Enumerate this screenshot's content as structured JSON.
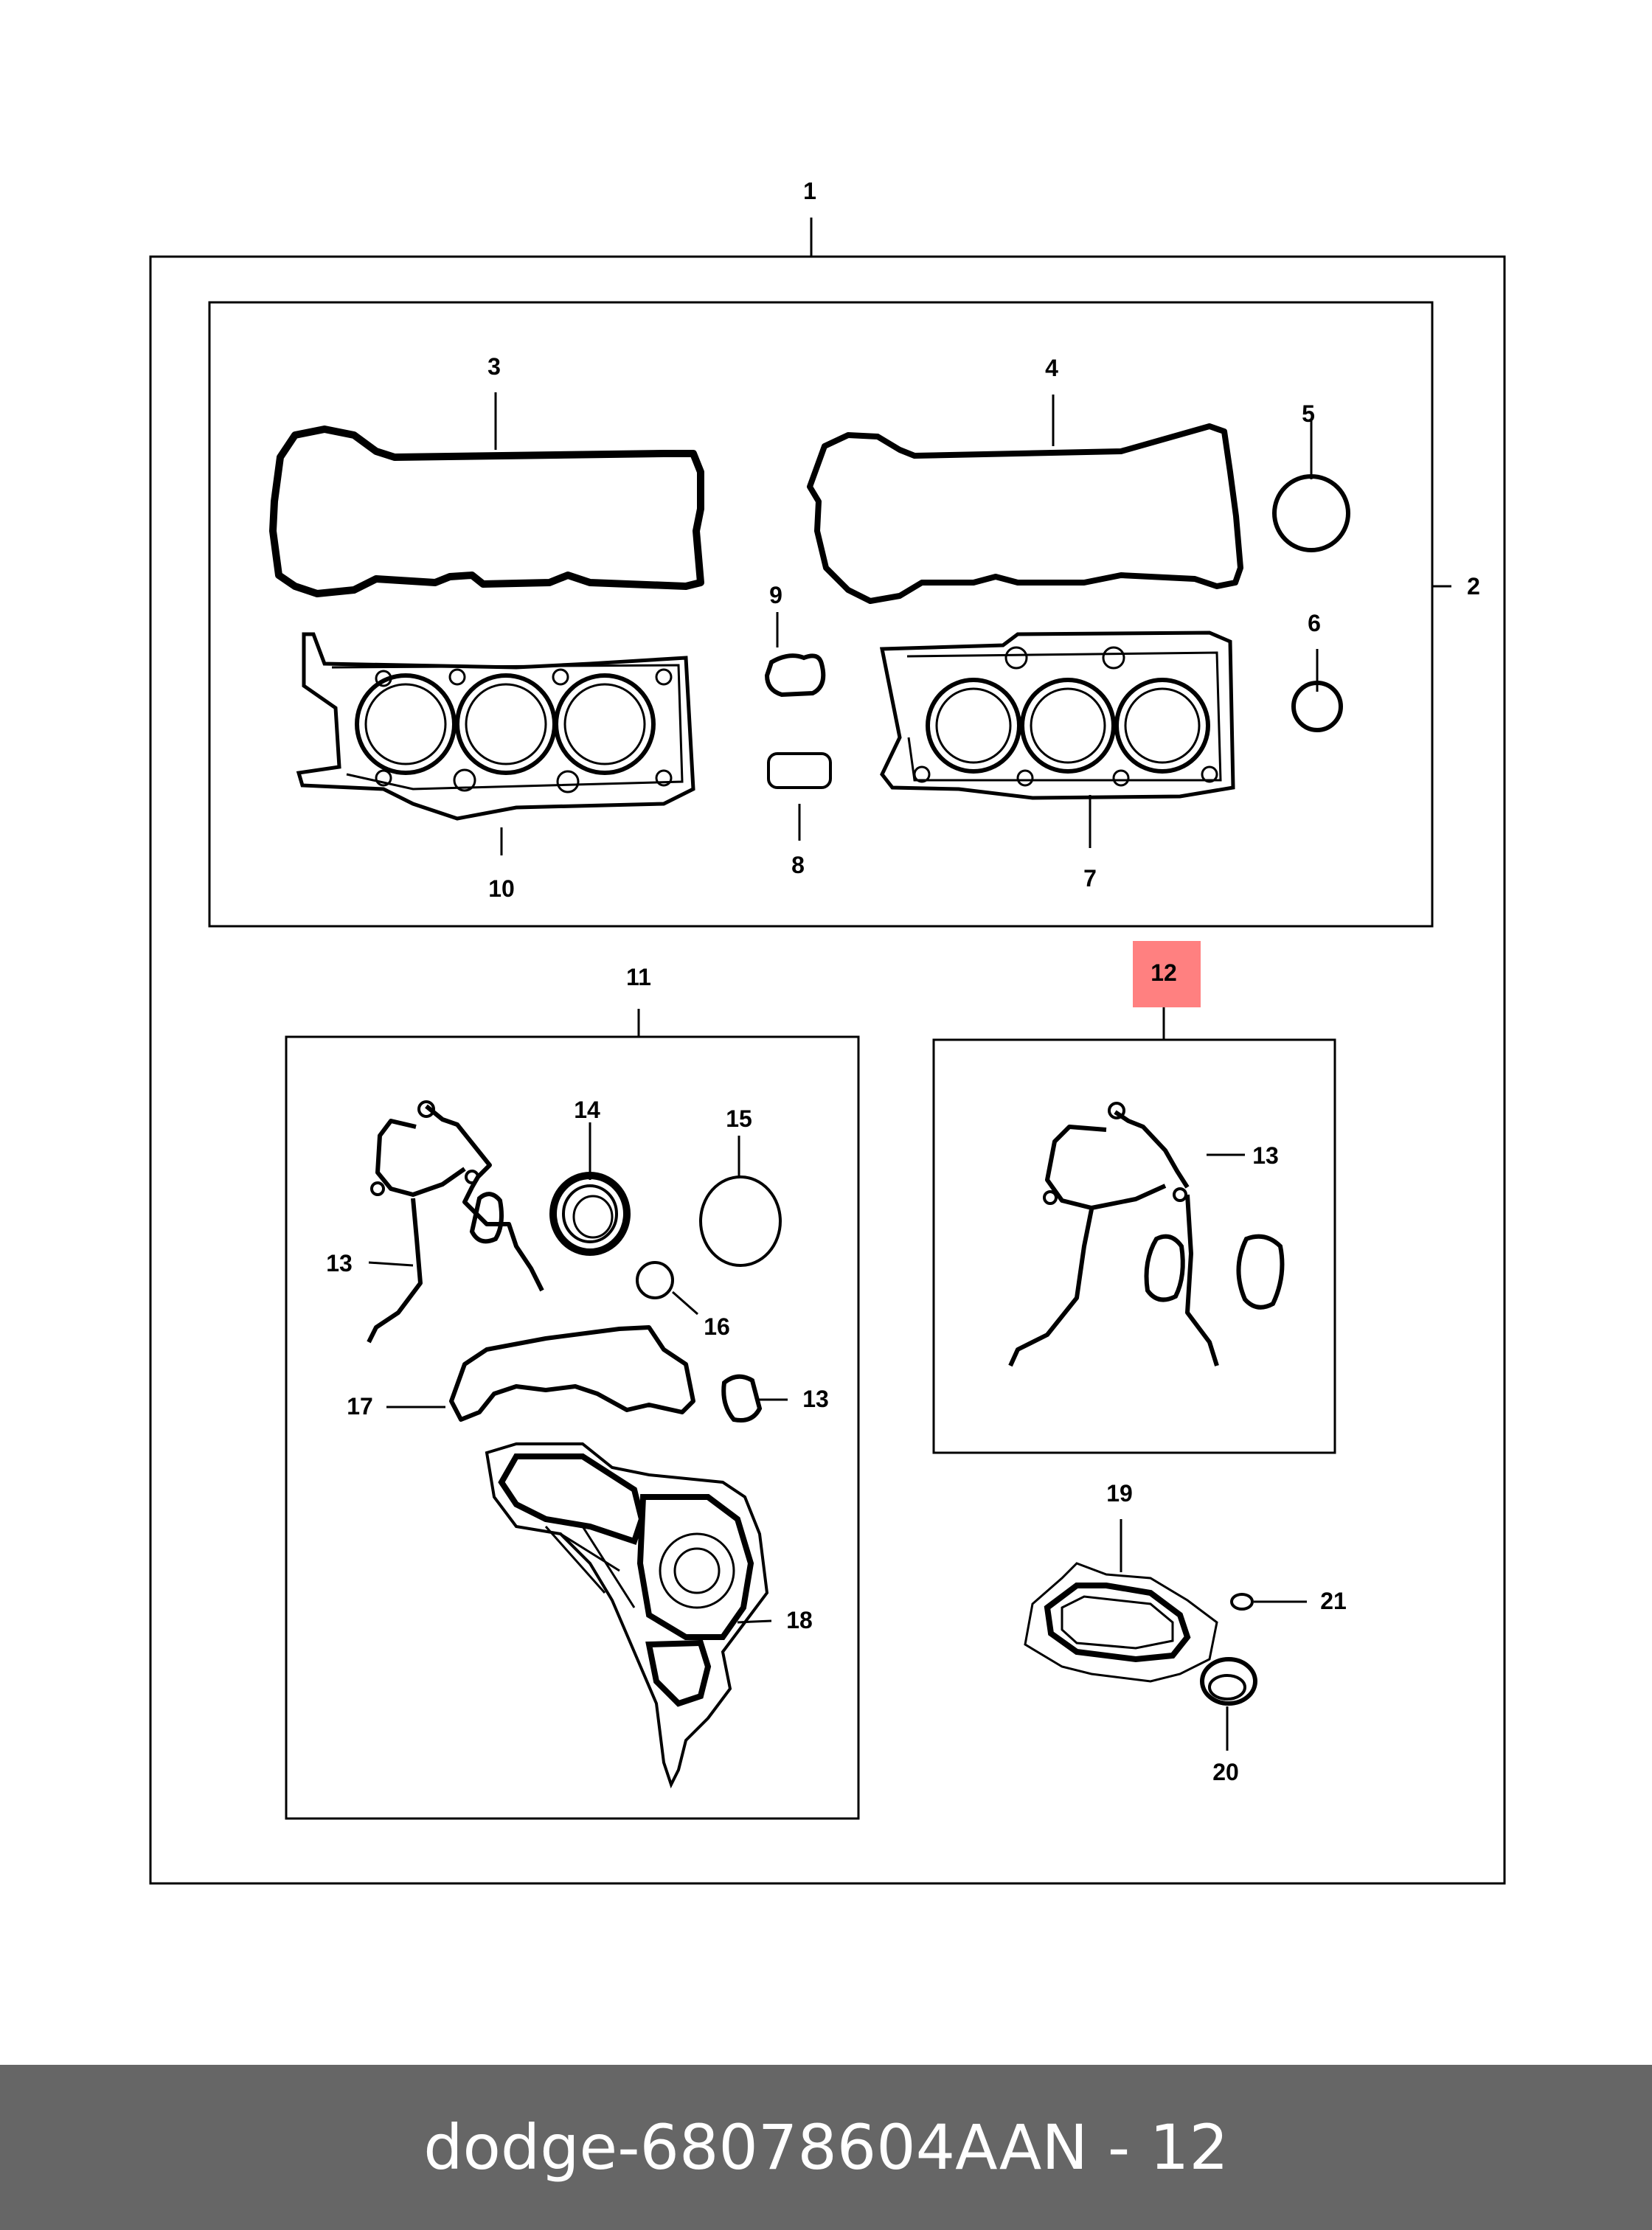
{
  "callouts": {
    "c1": "1",
    "c2": "2",
    "c3": "3",
    "c4": "4",
    "c5": "5",
    "c6": "6",
    "c7": "7",
    "c8": "8",
    "c9": "9",
    "c10": "10",
    "c11": "11",
    "c12": "12",
    "c13a": "13",
    "c13b": "13",
    "c13c": "13",
    "c14": "14",
    "c15": "15",
    "c16": "16",
    "c17": "17",
    "c18": "18",
    "c19": "19",
    "c20": "20",
    "c21": "21"
  },
  "highlight_color": "#ff8080",
  "footer": {
    "brand": "dodge",
    "separator": "-",
    "part_number": "68078604AA",
    "page_code": "N - 12"
  }
}
